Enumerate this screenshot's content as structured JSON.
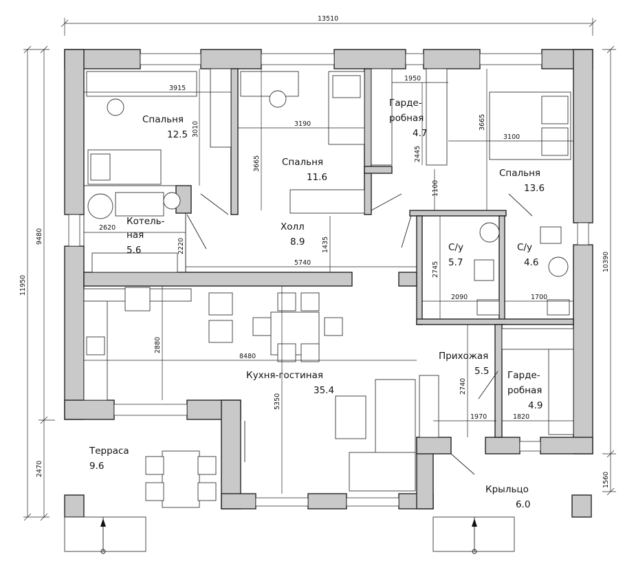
{
  "rooms": [
    {
      "key": "bed1",
      "name": "Спальня",
      "area": "12.5"
    },
    {
      "key": "bed2",
      "name": "Спальня",
      "area": "11.6"
    },
    {
      "key": "ward1a",
      "name": "Гарде-",
      "area": "4.7"
    },
    {
      "key": "ward1b",
      "name": "робная",
      "area": ""
    },
    {
      "key": "bed3",
      "name": "Спальня",
      "area": "13.6"
    },
    {
      "key": "boiler_a",
      "name": "Котель-",
      "area": ""
    },
    {
      "key": "boiler_b",
      "name": "ная",
      "area": "5.6"
    },
    {
      "key": "hall",
      "name": "Холл",
      "area": "8.9"
    },
    {
      "key": "wc1",
      "name": "С/у",
      "area": "5.7"
    },
    {
      "key": "wc2",
      "name": "С/у",
      "area": "4.6"
    },
    {
      "key": "entry",
      "name": "Прихожая",
      "area": "5.5"
    },
    {
      "key": "ward2a",
      "name": "Гарде-",
      "area": ""
    },
    {
      "key": "ward2b",
      "name": "робная",
      "area": "4.9"
    },
    {
      "key": "kitchen",
      "name": "Кухня-гостиная",
      "area": "35.4"
    },
    {
      "key": "terrace",
      "name": "Терраса",
      "area": "9.6"
    },
    {
      "key": "porch",
      "name": "Крыльцо",
      "area": "6.0"
    }
  ],
  "dimensions": {
    "overall_width": "13510",
    "overall_height_left": "11950",
    "left_main": "9480",
    "left_terrace": "2470",
    "right_main": "10390",
    "right_porch": "1560",
    "bed1_w": "3915",
    "bed1_h": "3010",
    "bed2_w": "3190",
    "bed2_h": "3665",
    "ward1_w": "1950",
    "ward1_h": "2445",
    "bed3_w": "3100",
    "bed3_h": "3665",
    "corr_1100": "1100",
    "boiler_w": "2620",
    "boiler_h": "2220",
    "hall_h": "1435",
    "hall_w": "5740",
    "wc1_h": "2745",
    "wc1_w": "2090",
    "wc2_w": "1700",
    "kitchen_h1": "2880",
    "kitchen_w": "8480",
    "kitchen_h2": "5350",
    "entry_h": "2740",
    "entry_w": "1970",
    "ward2_w": "1820"
  }
}
